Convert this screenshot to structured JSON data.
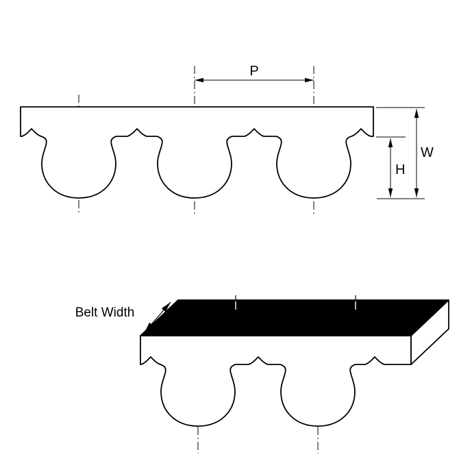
{
  "labels": {
    "pitch": "P",
    "width": "W",
    "height": "H",
    "belt_width": "Belt Width"
  },
  "colors": {
    "line": "#000000",
    "top_face": "#000000",
    "belt_fill": "#ffffff",
    "background": "#ffffff"
  }
}
